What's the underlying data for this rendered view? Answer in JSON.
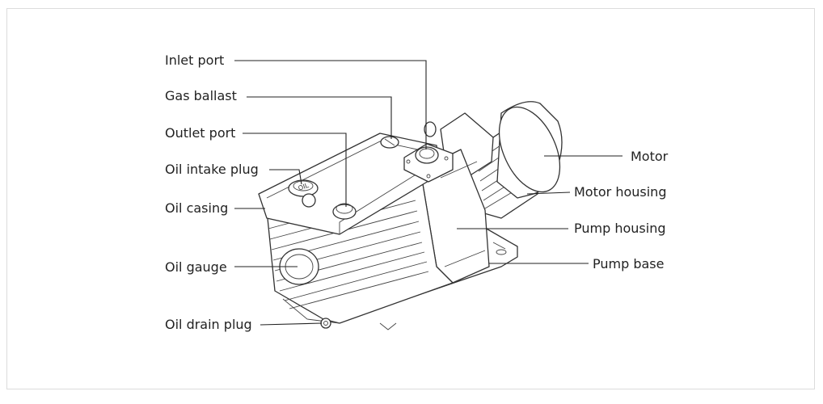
{
  "labels": {
    "inlet_port": "Inlet port",
    "gas_ballast": "Gas ballast",
    "outlet_port": "Outlet port",
    "oil_intake_plug": "Oil intake plug",
    "oil_casing": "Oil casing",
    "oil_gauge": "Oil gauge",
    "oil_drain_plug": "Oil drain plug",
    "motor": "Motor",
    "motor_housing": "Motor housing",
    "pump_housing": "Pump housing",
    "pump_base": "Pump base"
  },
  "plug_marking": "OIL"
}
